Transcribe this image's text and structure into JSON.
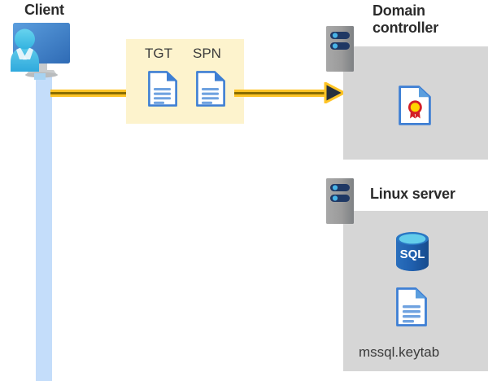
{
  "diagram": {
    "title_client": "Client",
    "title_domain_controller": "Domain\ncontroller",
    "title_linux_server": "Linux server",
    "packet": {
      "tgt_label": "TGT",
      "spn_label": "SPN"
    },
    "linux": {
      "sql_label": "SQL",
      "keytab_label": "mssql.keytab"
    },
    "icons": {
      "client": "client-user-monitor-icon",
      "tgt_document": "document-icon",
      "spn_document": "document-icon",
      "certificate": "certificate-document-icon",
      "sql_database": "sql-database-icon",
      "keytab_document": "document-icon",
      "dc_rack": "server-rack-icon",
      "linux_rack": "server-rack-icon",
      "arrow": "arrow-right-icon"
    },
    "colors": {
      "lifeline": "#c4ddfa",
      "packet_box": "#fdf3cd",
      "panel": "#d6d6d6",
      "arrow_outer": "#ffc425",
      "arrow_inner": "#8a6d00",
      "arrow_head": "#26303f",
      "doc_blue": "#3e7fd4",
      "doc_line_blue": "#6fa2e0",
      "sql_blue": "#1f5fae",
      "sql_top": "#63cdeb",
      "rack_gray": "#9b9b9b",
      "rack_pill": "#1f3864",
      "rack_dot": "#48b4e8",
      "seal_red": "#d31f26",
      "seal_yellow": "#ffd500",
      "text_dark": "#2b2b2b"
    }
  }
}
